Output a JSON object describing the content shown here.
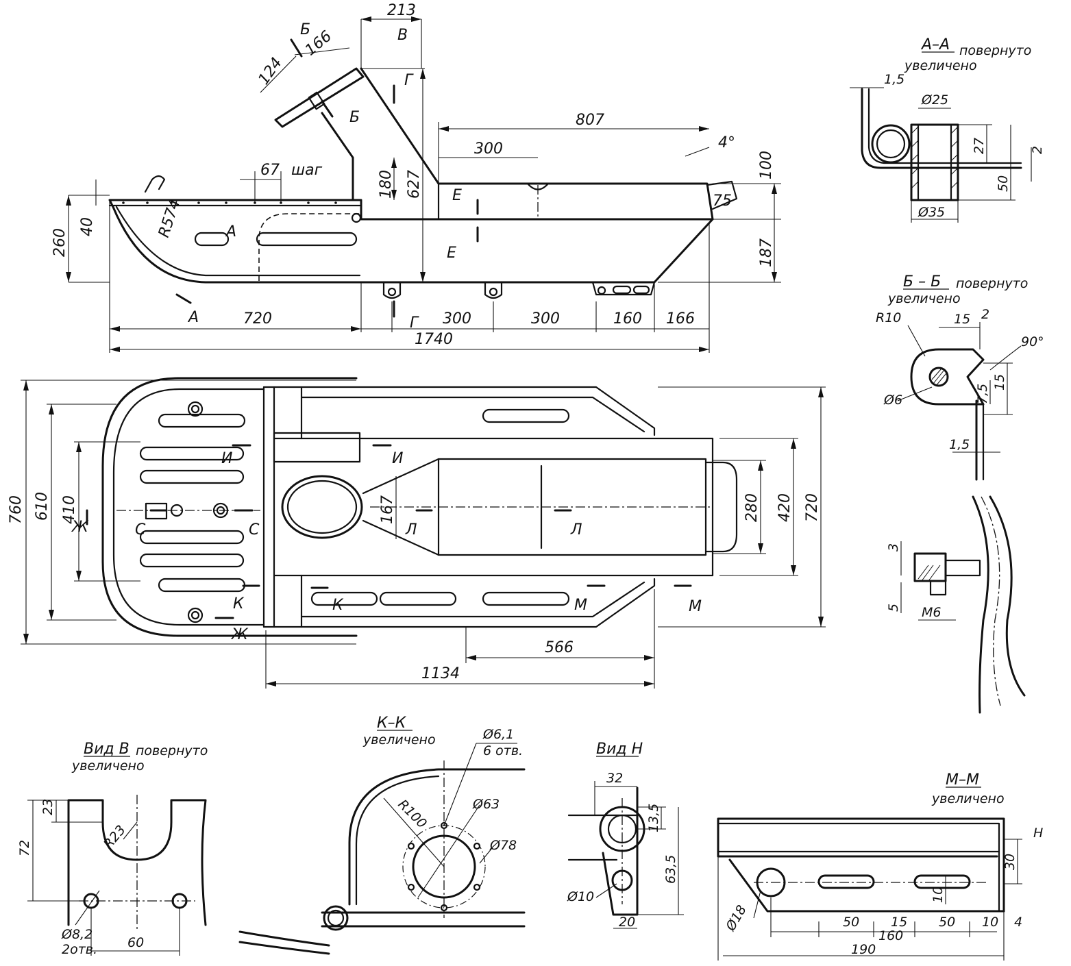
{
  "side_view": {
    "dims": {
      "d213": "213",
      "d166": "166",
      "d124": "124",
      "d807": "807",
      "d300_top": "300",
      "d4deg": "4°",
      "d100": "100",
      "d75": "75",
      "d67": "67",
      "step": "шаг",
      "d180": "180",
      "d627": "627",
      "d260": "260",
      "d40": "40",
      "r574": "R574",
      "d187": "187",
      "d720": "720",
      "d300a": "300",
      "d300b": "300",
      "d160": "160",
      "d166b": "166",
      "d1740": "1740"
    },
    "markers": {
      "b1": "Б",
      "b2": "Б",
      "v": "В",
      "g1": "Г",
      "g2": "Г",
      "e1": "Е",
      "e2": "Е",
      "a1": "А",
      "a2": "А"
    }
  },
  "plan_view": {
    "dims": {
      "d760": "760",
      "d610": "610",
      "d410": "410",
      "d167": "167",
      "d280": "280",
      "d420": "420",
      "d720": "720",
      "d566": "566",
      "d1134": "1134"
    },
    "markers": {
      "i1": "И",
      "i2": "И",
      "zh1": "Ж",
      "zh2": "Ж",
      "s1": "С",
      "s2": "С",
      "l1": "Л",
      "l2": "Л",
      "k1": "К",
      "k2": "К",
      "m1": "М",
      "m2": "М"
    }
  },
  "section_aa": {
    "title": "А–А",
    "note1": "повернуто",
    "note2": "увеличено",
    "dims": {
      "t15": "1,5",
      "d25": "Ø25",
      "d27": "27",
      "d2": "2",
      "d50": "50",
      "d35": "Ø35"
    }
  },
  "section_bb": {
    "title": "Б – Б",
    "note1": "повернуто",
    "note2": "увеличено",
    "dims": {
      "r10": "R10",
      "d15": "15",
      "d2": "2",
      "deg90": "90°",
      "d6": "Ø6",
      "d75": "7,5",
      "d15b": "15",
      "t15": "1,5"
    }
  },
  "bolt_detail": {
    "dims": {
      "d3": "3",
      "d5": "5",
      "m6": "М6"
    }
  },
  "view_v": {
    "title": "Вид В",
    "note1": "повернуто",
    "note2": "увеличено",
    "dims": {
      "d23": "23",
      "d72": "72",
      "r23": "R23",
      "d82": "Ø8,2",
      "holes": "2отв.",
      "d60": "60"
    }
  },
  "section_kk": {
    "title": "К–К",
    "note": "увеличено",
    "dims": {
      "d61": "Ø6,1",
      "holes": "6 отв.",
      "d63": "Ø63",
      "d78": "Ø78",
      "r100": "R100"
    }
  },
  "view_n": {
    "title": "Вид Н",
    "dims": {
      "d32": "32",
      "d135": "13,5",
      "d635": "63,5",
      "d10": "Ø10",
      "d20": "20"
    }
  },
  "section_mm": {
    "title": "М–М",
    "note": "увеличено",
    "dims": {
      "n": "Н",
      "d30": "30",
      "d10": "10",
      "d18": "Ø18",
      "d50a": "50",
      "d15": "15",
      "d50b": "50",
      "d10b": "10",
      "d4": "4",
      "d160": "160",
      "d190": "190"
    }
  }
}
